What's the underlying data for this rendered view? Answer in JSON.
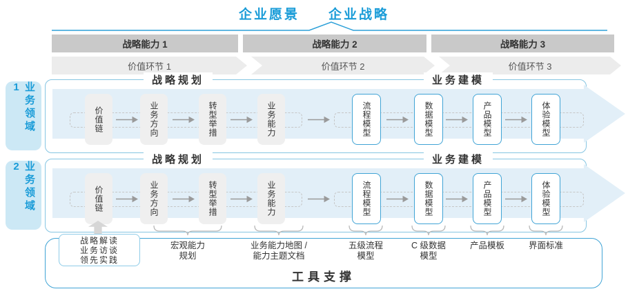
{
  "colors": {
    "accent_blue": "#1a9cd8",
    "row_border": "#85c5e2",
    "box_border_blue": "#3fa3d5",
    "band_dark_gray": "#c9c9c9",
    "band_light_gray": "#ececec",
    "arrow_fill": "#e2eff8",
    "box_gray": "#efefef",
    "domain_label_bg": "#cce8f5"
  },
  "header": {
    "vision": "企业愿景",
    "strategy": "企业战略"
  },
  "bands": {
    "capability": [
      "战略能力 1",
      "战略能力 2",
      "战略能力 3"
    ],
    "value": [
      "价值环节 1",
      "价值环节 2",
      "价值环节 3"
    ]
  },
  "domains": [
    {
      "label": "业务领域 1"
    },
    {
      "label": "业务领域 2"
    }
  ],
  "sections": {
    "planning": "战略规划",
    "modeling": "业务建模"
  },
  "boxes": {
    "planning": [
      "价值链",
      "业务方向",
      "转型举措",
      "业务能力"
    ],
    "modeling": [
      "流程模型",
      "数据模型",
      "产品模型",
      "体验模型"
    ]
  },
  "annotations": {
    "practice": [
      "战略解读",
      "业务访谈",
      "领先实践"
    ],
    "macro": [
      "宏观能力",
      "规划"
    ],
    "map": [
      "业务能力地图 /",
      "能力主题文档"
    ],
    "process": [
      "五级流程",
      "模型"
    ],
    "data": [
      "C 级数据",
      "模型"
    ],
    "product": "产品模板",
    "ui": "界面标准"
  },
  "footer": {
    "tool_support": "工具支撑"
  }
}
